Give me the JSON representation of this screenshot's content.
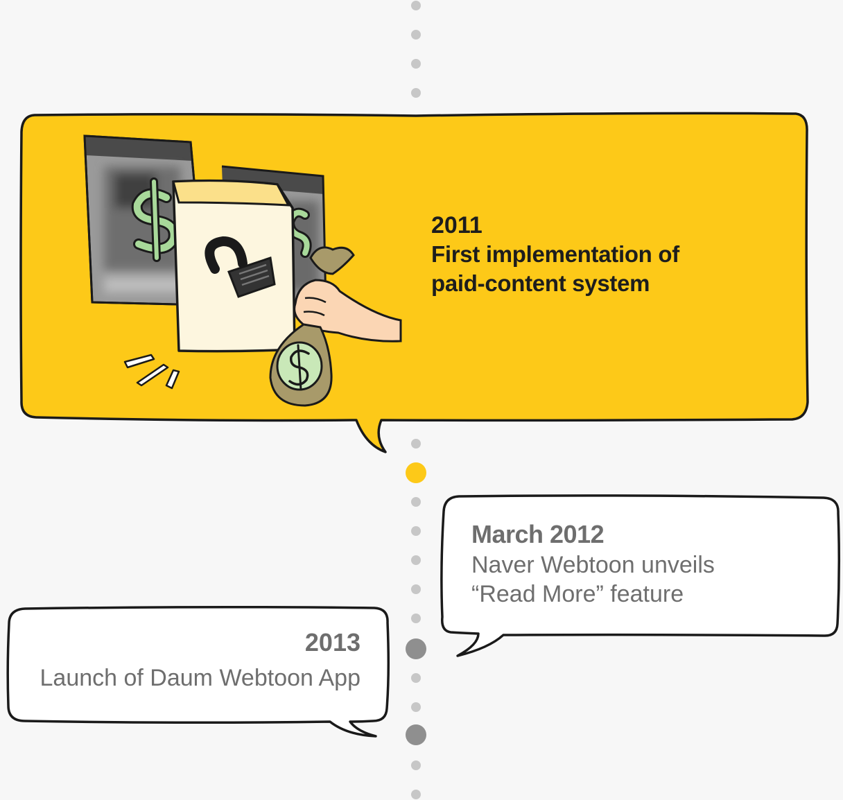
{
  "colors": {
    "background": "#f7f7f7",
    "highlight": "#fdc918",
    "dot": "#c7c7c7",
    "dot_major": "#8f8f8f",
    "outline": "#1a1a1a"
  },
  "timeline": [
    {
      "year": "2011",
      "line1": "First implementation of",
      "line2": "paid-content system",
      "highlighted": true
    },
    {
      "year": "March 2012",
      "line1": "Naver Webtoon unveils",
      "line2": "“Read More” feature",
      "highlighted": false
    },
    {
      "year": "2013",
      "line1": "Launch of Daum Webtoon App",
      "highlighted": false
    }
  ],
  "illustration": {
    "icons": [
      "blurred-webtoon-page-icon",
      "dollar-sign-icon",
      "open-padlock-icon",
      "money-bag-icon",
      "hand-icon"
    ]
  }
}
